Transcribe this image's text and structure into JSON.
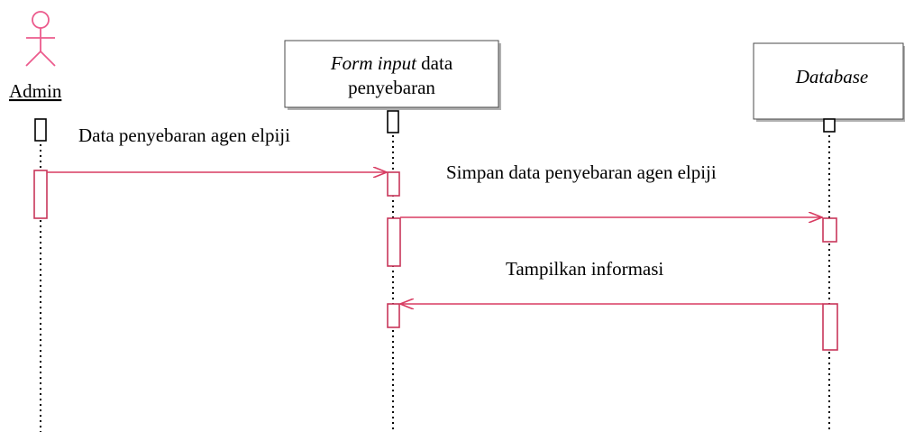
{
  "diagram": {
    "type": "sequence",
    "colors": {
      "actor": "#ec5b8d",
      "message": "#d83c62",
      "activation": "#c8365a",
      "lifeline": "#000000",
      "box_border": "#4a4a4a"
    },
    "actor": {
      "name": "Admin",
      "icon": "stick-figure-icon"
    },
    "objects": [
      {
        "line1_italic": "Form input",
        "line1_rest": " data",
        "line2": "penyebaran"
      },
      {
        "label_italic": "Database"
      }
    ],
    "messages": [
      {
        "label": "Data penyebaran agen elpiji"
      },
      {
        "label": "Simpan data penyebaran agen elpiji"
      },
      {
        "label": "Tampilkan informasi"
      }
    ]
  }
}
